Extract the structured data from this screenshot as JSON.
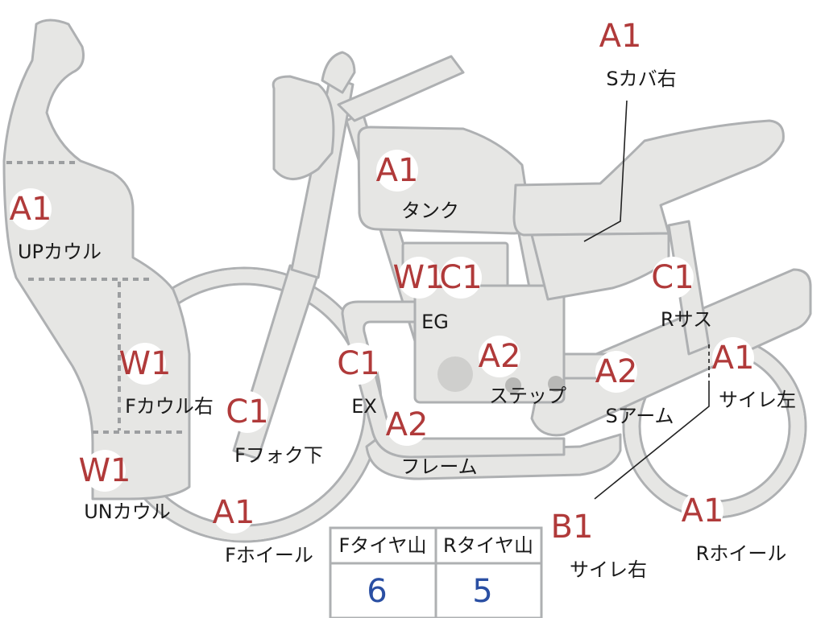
{
  "parts": [
    {
      "id": "up-cowl",
      "grade": "A1",
      "name": "UPカウル"
    },
    {
      "id": "f-cowl-right",
      "grade": "W1",
      "name": "Fカウル右"
    },
    {
      "id": "un-cowl",
      "grade": "W1",
      "name": "UNカウル"
    },
    {
      "id": "f-fork-lower",
      "grade": "C1",
      "name": "Fフォク下"
    },
    {
      "id": "f-wheel",
      "grade": "A1",
      "name": "Fホイール"
    },
    {
      "id": "tank",
      "grade": "A1",
      "name": "タンク"
    },
    {
      "id": "engine",
      "grade": "W1",
      "grade2": "C1",
      "name": "EG"
    },
    {
      "id": "exhaust",
      "grade": "C1",
      "name": "EX"
    },
    {
      "id": "step",
      "grade": "A2",
      "name": "ステップ"
    },
    {
      "id": "frame",
      "grade": "A2",
      "name": "フレーム"
    },
    {
      "id": "s-arm",
      "grade": "A2",
      "name": "Sアーム"
    },
    {
      "id": "s-cover-right",
      "grade": "A1",
      "name": "Sカバ右"
    },
    {
      "id": "r-suspension",
      "grade": "C1",
      "name": "Rサス"
    },
    {
      "id": "silencer-left",
      "grade": "A1",
      "name": "サイレ左"
    },
    {
      "id": "silencer-right",
      "grade": "B1",
      "name": "サイレ右"
    },
    {
      "id": "r-wheel",
      "grade": "A1",
      "name": "Rホイール"
    }
  ],
  "tire_table": {
    "headers": [
      "Fタイヤ山",
      "Rタイヤ山"
    ],
    "values": [
      "6",
      "5"
    ]
  },
  "colors": {
    "part_fill": "#e6e6e4",
    "part_outline": "#aeb0b2",
    "grade_text": "#b03a3a",
    "tire_value": "#2a4fa3"
  }
}
